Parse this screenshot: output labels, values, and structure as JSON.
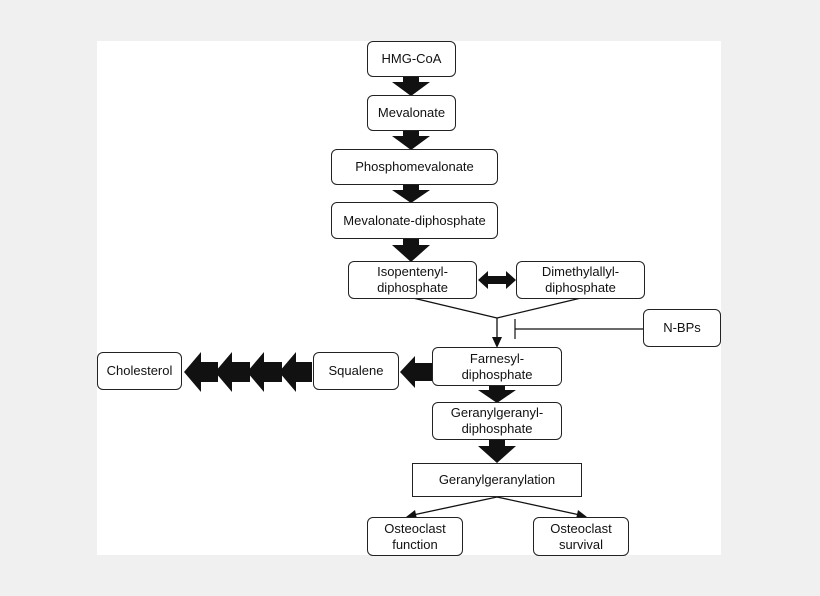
{
  "nodes": {
    "hmg_coa": "HMG-CoA",
    "mevalonate": "Mevalonate",
    "phosphomevalonate": "Phosphomevalonate",
    "mevalonate_diphosphate": "Mevalonate-diphosphate",
    "isopentenyl_diphosphate": "Isopentenyl-\ndiphosphate",
    "dimethylallyl_diphosphate": "Dimethylallyl-\ndiphosphate",
    "n_bps": "N-BPs",
    "farnesyl_diphosphate": "Farnesyl-\ndiphosphate",
    "squalene": "Squalene",
    "cholesterol": "Cholesterol",
    "geranylgeranyl_diphosphate": "Geranylgeranyl-\ndiphosphate",
    "geranylgeranylation": "Geranylgeranylation",
    "osteoclast_function": "Osteoclast\nfunction",
    "osteoclast_survival": "Osteoclast\nsurvival"
  },
  "colors": {
    "arrow": "#111111",
    "border": "#222222",
    "background": "#ffffff"
  }
}
